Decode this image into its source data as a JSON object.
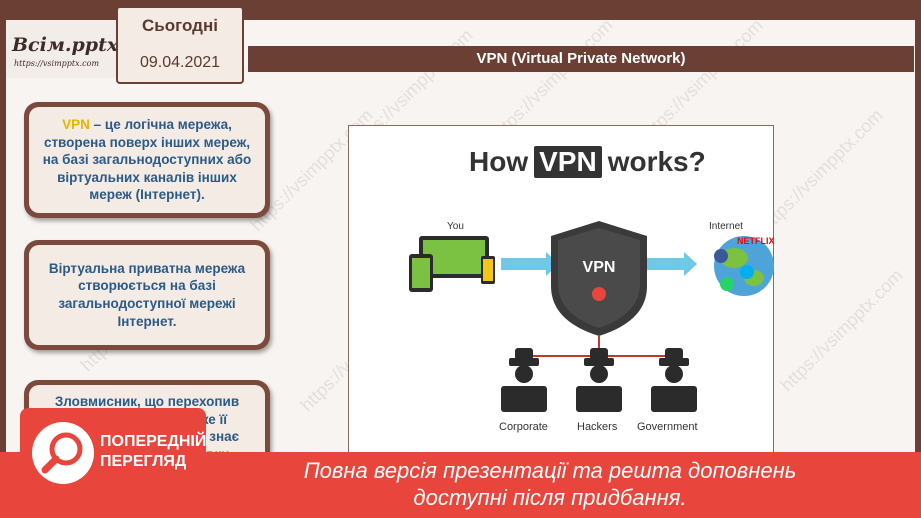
{
  "header": {
    "date_label": "Сьогодні",
    "date_value": "09.04.2021",
    "slide_title": "VPN (Virtual Private Network)"
  },
  "logo": {
    "title": "Всім.pptx",
    "url": "https://vsimpptx.com"
  },
  "cards": [
    {
      "highlight": "VPN",
      "text": " – це логічна мережа, створена поверх інших мереж, на базі загальнодоступних або віртуальних каналів інших мереж (Інтернет)."
    },
    {
      "text": "Віртуальна приватна мережа  створюється на базі загальнодоступної мережі Інтернет."
    },
    {
      "text": "Зловмисник, що перехопив інформацію, не зможе її використати, так як не знає ключа для розшифровки."
    }
  ],
  "diagram": {
    "title_left": "How",
    "title_box": "VPN",
    "title_right": "works?",
    "you_label": "You",
    "internet_label": "Internet",
    "vpn_label": "VPN",
    "netflix_label": "NETFLIX",
    "nodes": [
      "Corporate",
      "Hackers",
      "Government"
    ]
  },
  "preview": {
    "badge_line1": "ПОПЕРЕДНІЙ",
    "badge_line2": "ПЕРЕГЛЯД",
    "line1": "Повна версія презентації та решта доповнень",
    "line2": "доступні після придбання."
  },
  "watermark": "https://vsimpptx.com",
  "colors": {
    "frame_brown": "#6b3f33",
    "card_text_blue": "#2b5a86",
    "vpn_yellow": "#e7b400",
    "preview_red": "#e8453c",
    "shield_dark": "#3a3a3a",
    "arrow_blue": "#6fc9e6",
    "link_red": "#c0392b"
  }
}
